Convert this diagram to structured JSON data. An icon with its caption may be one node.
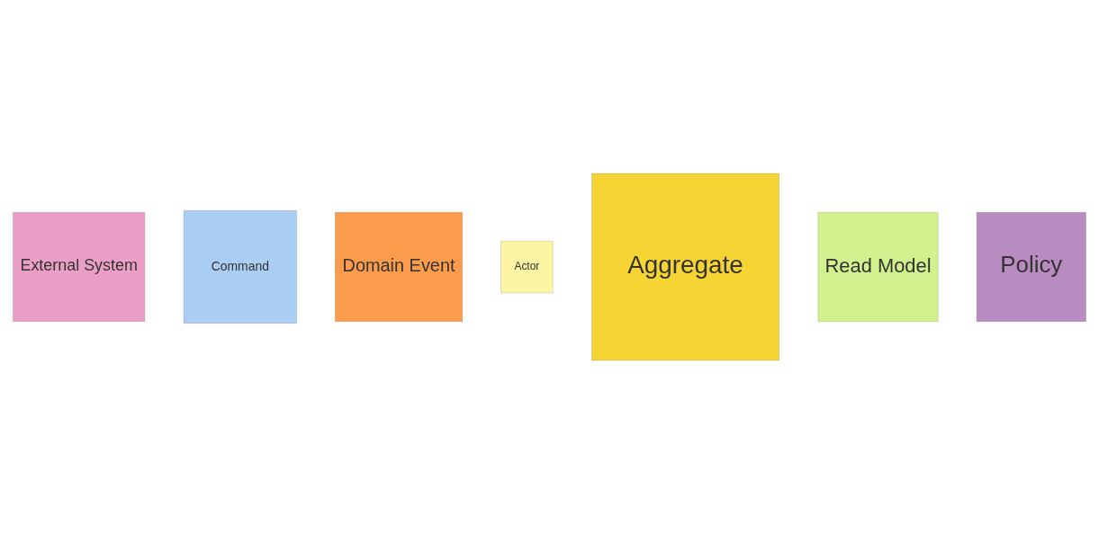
{
  "diagram": {
    "nodes": [
      {
        "text": [
          "External System"
        ]
      },
      {
        "text": [
          "Command"
        ]
      },
      {
        "text": [
          "Domain Event"
        ]
      },
      {
        "text": [
          "Actor"
        ]
      },
      {
        "text": [
          "Aggregate"
        ]
      },
      {
        "text": [
          "Read Model"
        ]
      },
      {
        "text": [
          "Policy"
        ]
      }
    ]
  }
}
